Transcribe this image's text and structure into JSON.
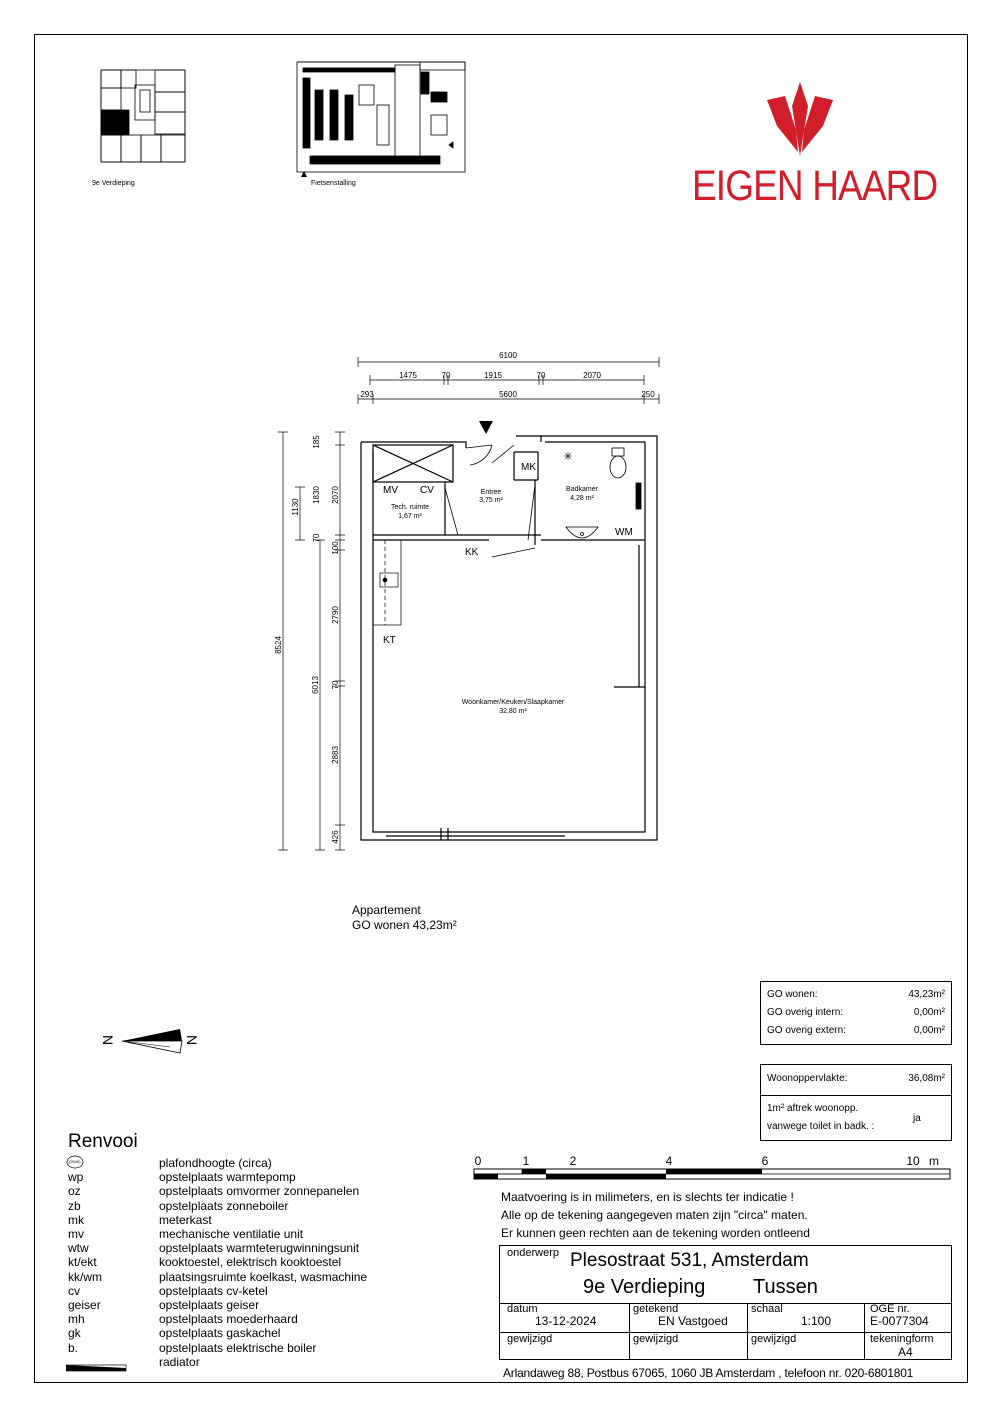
{
  "keyplans": {
    "floor_label": "9e Verdieping",
    "bike_label": "Fietsenstalling"
  },
  "logo": {
    "text": "EIGEN HAARD",
    "color": "#d01f2a"
  },
  "plan": {
    "dimensions": {
      "top_total": "6100",
      "top_parts": [
        "1475",
        "70",
        "1915",
        "70",
        "2070"
      ],
      "top_inner": [
        "293",
        "5600",
        "250"
      ],
      "left_total": "8524",
      "left_mid1": "1130",
      "left_mid2": "6013",
      "left_inner": [
        "185",
        "1830",
        "2070",
        "70",
        "100",
        "2790",
        "70",
        "2883",
        "426"
      ]
    },
    "rooms": {
      "entree": {
        "name": "Entree",
        "area": "3,75 m²"
      },
      "badkamer": {
        "name": "Badkamer",
        "area": "4,28 m²"
      },
      "tech": {
        "name": "Tech. ruimte",
        "area": "1,67 m²"
      },
      "woon": {
        "name": "Woonkamer/Keuken/Slaapkamer",
        "area": "32,80 m²"
      }
    },
    "codes": {
      "mv": "MV",
      "cv": "CV",
      "mk": "MK",
      "kk": "KK",
      "wm": "WM",
      "kt": "KT"
    }
  },
  "summary": {
    "type": "Appartement",
    "go": "GO wonen 43,23m²"
  },
  "area_table_1": [
    {
      "label": "GO wonen:",
      "value": "43,23m²"
    },
    {
      "label": "GO overig intern:",
      "value": "0,00m²"
    },
    {
      "label": "GO overig extern:",
      "value": "0,00m²"
    }
  ],
  "area_table_2": {
    "label": "Woonoppervlakte:",
    "value": "36,08m²",
    "note_line1": "1m² aftrek woonopp.",
    "note_line2": "vanwege toilet in badk. :",
    "note_value": "ja"
  },
  "compass": {
    "n1": "N",
    "n2": "N"
  },
  "renvooi": {
    "title": "Renvooi",
    "ceiling_badge": "(2540)",
    "items": [
      {
        "code": "",
        "desc": "plafondhoogte (circa)"
      },
      {
        "code": "wp",
        "desc": "opstelplaats warmtepomp"
      },
      {
        "code": "oz",
        "desc": "opstelplaats omvormer zonnepanelen"
      },
      {
        "code": "zb",
        "desc": "opstelplaats zonneboiler"
      },
      {
        "code": "mk",
        "desc": "meterkast"
      },
      {
        "code": "mv",
        "desc": "mechanische ventilatie unit"
      },
      {
        "code": "wtw",
        "desc": "opstelplaats warmteterugwinningsunit"
      },
      {
        "code": "kt/ekt",
        "desc": "kooktoestel, elektrisch kooktoestel"
      },
      {
        "code": "kk/wm",
        "desc": "plaatsingsruimte koelkast, wasmachine"
      },
      {
        "code": "cv",
        "desc": "opstelplaats cv-ketel"
      },
      {
        "code": "geiser",
        "desc": "opstelplaats geiser"
      },
      {
        "code": "mh",
        "desc": "opstelplaats moederhaard"
      },
      {
        "code": "gk",
        "desc": "opstelplaats gaskachel"
      },
      {
        "code": "b.",
        "desc": "opstelplaats elektrische boiler"
      },
      {
        "code": "",
        "desc": "radiator"
      }
    ]
  },
  "scale_bar": {
    "labels": [
      "0",
      "1",
      "2",
      "4",
      "6",
      "10",
      "m"
    ]
  },
  "notes": [
    "Maatvoering is in milimeters, en is slechts ter indicatie !",
    "Alle op de tekening aangegeven maten zijn \"circa\" maten.",
    "Er kunnen geen rechten aan de tekening worden ontleend"
  ],
  "title_block": {
    "onderwerp_label": "onderwerp",
    "address": "Plesostraat 531, Amsterdam",
    "floor": "9e Verdieping",
    "position": "Tussen",
    "datum_label": "datum",
    "datum": "13-12-2024",
    "getekend_label": "getekend",
    "getekend": "EN Vastgoed",
    "schaal_label": "schaal",
    "schaal": "1:100",
    "oge_label": "OGE nr.",
    "oge": "E-0077304",
    "gewijzigd1": "gewijzigd",
    "gewijzigd2": "gewijzigd",
    "gewijzigd3": "gewijzigd",
    "tekeningform_label": "tekeningform",
    "tekeningform": "A4",
    "footer": "Arlandaweg 88, Postbus 67065, 1060 JB Amsterdam , telefoon nr. 020-6801801"
  }
}
